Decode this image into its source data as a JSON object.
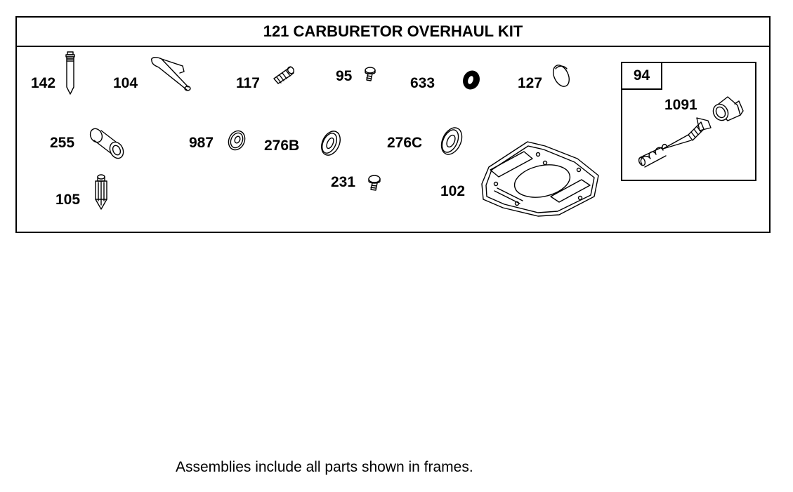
{
  "kit": {
    "title": "121 CARBURETOR OVERHAUL KIT"
  },
  "parts": {
    "p142": "142",
    "p104": "104",
    "p117": "117",
    "p95": "95",
    "p633": "633",
    "p127": "127",
    "p255": "255",
    "p987": "987",
    "p276b": "276B",
    "p276c": "276C",
    "p231": "231",
    "p102": "102",
    "p105": "105"
  },
  "assembly": {
    "label": "94",
    "part_1091": "1091"
  },
  "footnote": "Assemblies include all parts shown in frames."
}
